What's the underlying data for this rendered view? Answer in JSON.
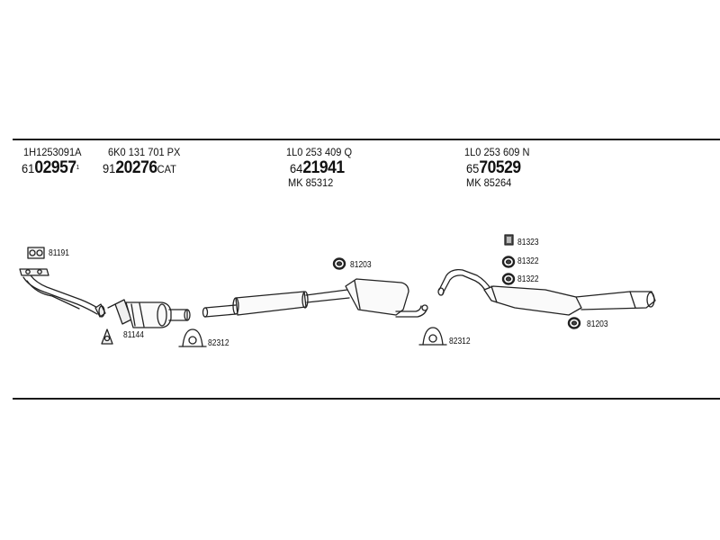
{
  "columns": [
    {
      "part_ref": "1H1253091A",
      "prefix": "61",
      "main": "02957",
      "sup": "1",
      "suffix": "",
      "mk": ""
    },
    {
      "part_ref": "6K0 131 701 PX",
      "prefix": "91",
      "main": "20276",
      "sup": "",
      "suffix": "CAT",
      "mk": ""
    },
    {
      "part_ref": "1L0 253 409 Q",
      "prefix": "64",
      "main": "21941",
      "sup": "",
      "suffix": "",
      "mk": "MK  85312"
    },
    {
      "part_ref": "1L0 253 609 N",
      "prefix": "65",
      "main": "70529",
      "sup": "",
      "suffix": "",
      "mk": "MK  85264"
    }
  ],
  "labels": {
    "gasket_81191": "81191",
    "gasket_81144": "81144",
    "clamp_82312_a": "82312",
    "ring_81203_a": "81203",
    "clamp_82312_b": "82312",
    "hanger_81323": "81323",
    "ring_81322_a": "81322",
    "ring_81322_b": "81322",
    "ring_81203_b": "81203"
  }
}
